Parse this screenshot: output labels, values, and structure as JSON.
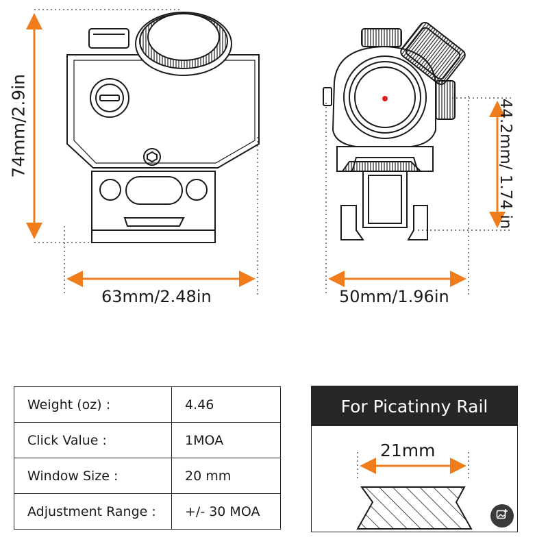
{
  "dimensions": {
    "height_side": "74mm/2.9in",
    "width_side": "63mm/2.48in",
    "height_front": "44.2mm/ 1.74 in",
    "width_front": "50mm/1.96in"
  },
  "specs": [
    {
      "label": "Weight (oz) :",
      "value": "4.46"
    },
    {
      "label": "Click Value :",
      "value": "1MOA"
    },
    {
      "label": "Window Size :",
      "value": "20 mm"
    },
    {
      "label": "Adjustment Range :",
      "value": "+/- 30 MOA"
    }
  ],
  "rail": {
    "title": "For Picatinny Rail",
    "width_label": "21mm"
  },
  "colors": {
    "accent": "#f07c1c",
    "dot": "#e02020",
    "header_bg": "#262626"
  },
  "icons": {
    "image_button": "image-add-icon"
  }
}
